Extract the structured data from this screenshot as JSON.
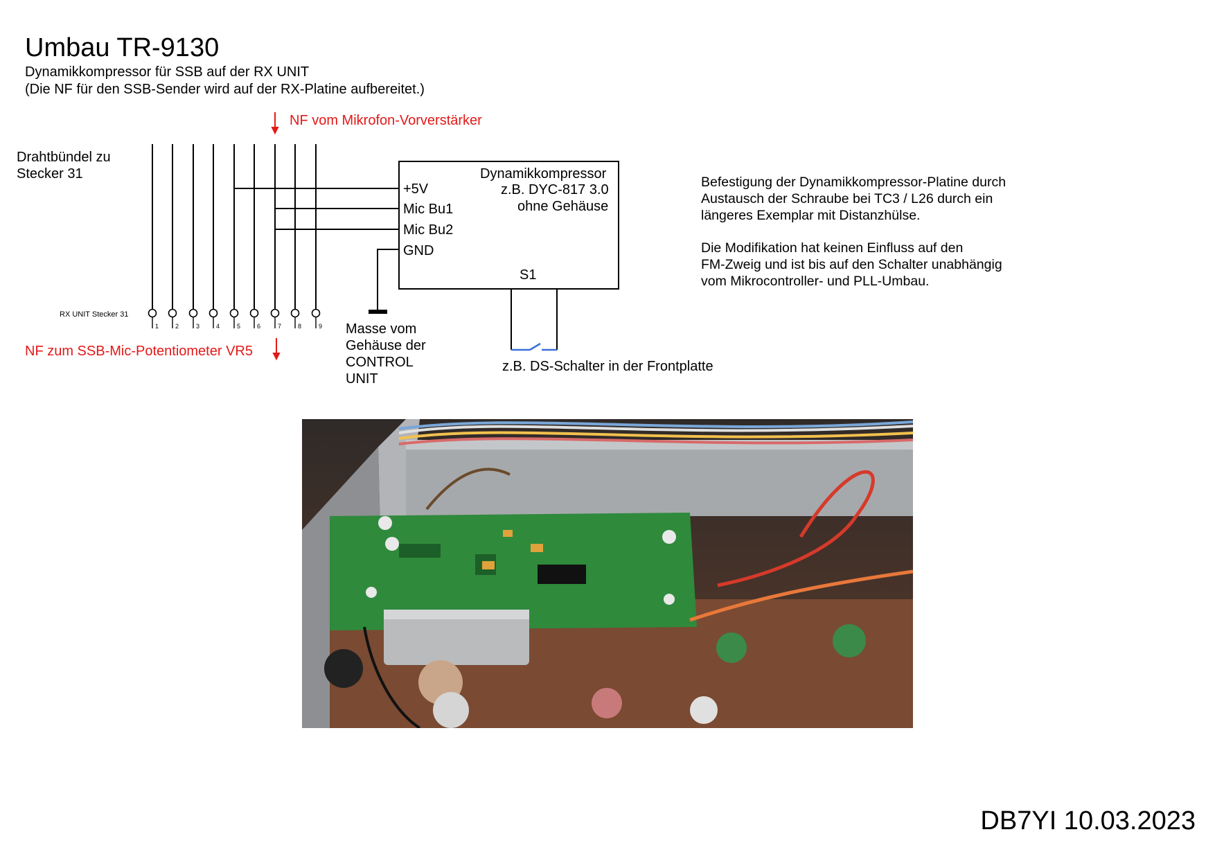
{
  "header": {
    "title": "Umbau TR-9130",
    "subtitle1": "Dynamikkompressor für SSB auf der RX UNIT",
    "subtitle2": "(Die NF für den SSB-Sender wird auf der RX-Platine aufbereitet.)"
  },
  "diagram": {
    "nf_in_label": "NF vom Mikrofon-Vorverstärker",
    "nf_out_label": "NF zum SSB-Mic-Potentiometer VR5",
    "bundle_label_1": "Drahtbündel zu",
    "bundle_label_2": "Stecker 31",
    "connector_label": "RX UNIT Stecker 31",
    "pin_numbers": [
      "1",
      "2",
      "3",
      "4",
      "5",
      "6",
      "7",
      "8",
      "9"
    ],
    "module": {
      "title_1": "Dynamikkompressor",
      "title_2": "z.B. DYC-817 3.0",
      "title_3": "ohne Gehäuse",
      "pin_plus5v": "+5V",
      "pin_mic1": "Mic Bu1",
      "pin_mic2": "Mic Bu2",
      "pin_gnd": "GND",
      "switch": "S1"
    },
    "ground_label_1": "Masse vom",
    "ground_label_2": "Gehäuse der",
    "ground_label_3": "CONTROL",
    "ground_label_4": "UNIT",
    "switch_label": "z.B. DS-Schalter in der Frontplatte"
  },
  "notes": {
    "mount_1": "Befestigung der Dynamikkompressor-Platine durch",
    "mount_2": "Austausch der Schraube bei TC3 / L26 durch ein",
    "mount_3": "längeres Exemplar mit Distanzhülse.",
    "mod_1": "Die Modifikation hat keinen Einfluss auf den",
    "mod_2": "FM-Zweig und ist bis auf den Schalter unabhängig",
    "mod_3": "vom Mikrocontroller- und PLL-Umbau."
  },
  "footer": {
    "signature": "DB7YI 10.03.2023"
  },
  "colors": {
    "accent_red": "#e41818",
    "line": "#000000",
    "switch_blue": "#3a6fd8"
  }
}
